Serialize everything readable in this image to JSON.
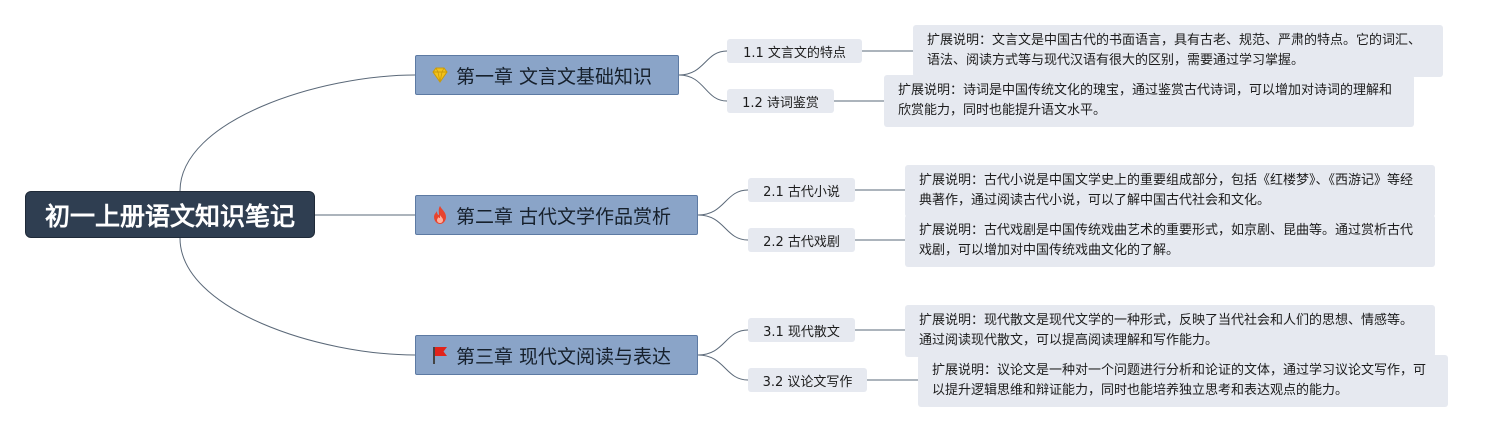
{
  "root": {
    "label": "初一上册语文知识笔记"
  },
  "chapters": [
    {
      "label": "第一章 文言文基础知识",
      "icon": "diamond-icon",
      "sections": [
        {
          "label": "1.1 文言文的特点",
          "note": "扩展说明：文言文是中国古代的书面语言，具有古老、规范、严肃的特点。它的词汇、语法、阅读方式等与现代汉语有很大的区别，需要通过学习掌握。"
        },
        {
          "label": "1.2 诗词鉴赏",
          "note": "扩展说明：诗词是中国传统文化的瑰宝，通过鉴赏古代诗词，可以增加对诗词的理解和欣赏能力，同时也能提升语文水平。"
        }
      ]
    },
    {
      "label": "第二章 古代文学作品赏析",
      "icon": "fire-icon",
      "sections": [
        {
          "label": "2.1 古代小说",
          "note": "扩展说明：古代小说是中国文学史上的重要组成部分，包括《红楼梦》、《西游记》等经典著作，通过阅读古代小说，可以了解中国古代社会和文化。"
        },
        {
          "label": "2.2 古代戏剧",
          "note": "扩展说明：古代戏剧是中国传统戏曲艺术的重要形式，如京剧、昆曲等。通过赏析古代戏剧，可以增加对中国传统戏曲文化的了解。"
        }
      ]
    },
    {
      "label": "第三章 现代文阅读与表达",
      "icon": "flag-icon",
      "sections": [
        {
          "label": "3.1 现代散文",
          "note": "扩展说明：现代散文是现代文学的一种形式，反映了当代社会和人们的思想、情感等。通过阅读现代散文，可以提高阅读理解和写作能力。"
        },
        {
          "label": "3.2 议论文写作",
          "note": "扩展说明：议论文是一种对一个问题进行分析和论证的文体，通过学习议论文写作，可以提升逻辑思维和辩证能力，同时也能培养独立思考和表达观点的能力。"
        }
      ]
    }
  ],
  "colors": {
    "root_bg": "#2f3e51",
    "chapter_bg": "#8aa4c8",
    "leaf_bg": "#e6e9f0",
    "line": "#5a6878",
    "diamond": "#f2c21b",
    "fire": "#e8442e",
    "flag": "#e2231a"
  }
}
